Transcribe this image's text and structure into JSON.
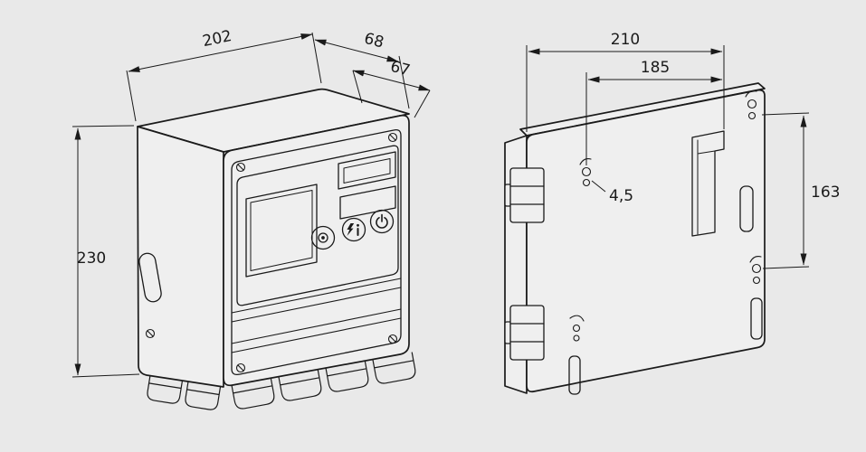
{
  "colors": {
    "background": "#e9e9e9",
    "line": "#1a1a1a",
    "face": "#efefef"
  },
  "front_view": {
    "dim_width": "202",
    "dim_depth_upper": "68",
    "dim_depth_lower": "67",
    "dim_height": "230"
  },
  "rear_view": {
    "dim_width": "210",
    "dim_hole_offset": "185",
    "dim_hole_diameter": "4,5",
    "dim_hole_pitch": "163"
  }
}
